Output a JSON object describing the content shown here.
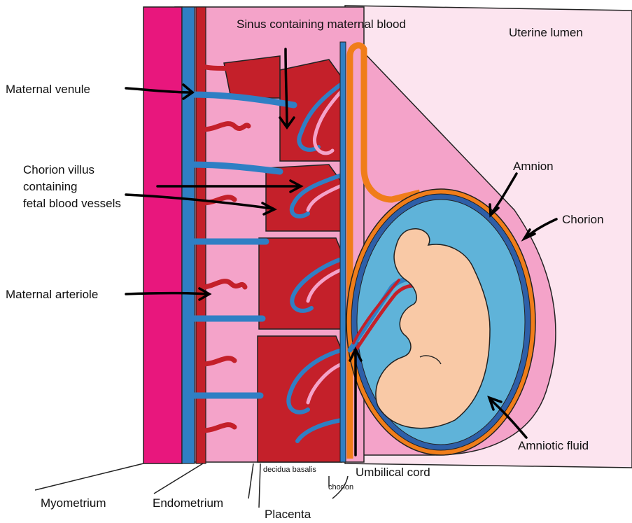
{
  "labels": {
    "sinus": "Sinus containing maternal blood",
    "uterine_lumen": "Uterine lumen",
    "maternal_venule": "Maternal venule",
    "chorion_villus_1": "Chorion villus",
    "chorion_villus_2": "containing",
    "chorion_villus_3": "fetal blood vessels",
    "amnion": "Amnion",
    "chorion": "Chorion",
    "maternal_arteriole": "Maternal arteriole",
    "amniotic_fluid": "Amniotic fluid",
    "umbilical_cord": "Umbilical cord",
    "decidua_basalis": "decidua basalis",
    "chorion_small": "chorion",
    "myometrium": "Myometrium",
    "endometrium": "Endometrium",
    "placenta": "Placenta"
  },
  "colors": {
    "myometrium": "#e8177d",
    "endometrium_pink": "#f4a3c9",
    "maternal_blood": "#c4202a",
    "fetal_vein": "#2f7fc4",
    "uterine_lumen": "#fce4ef",
    "amniotic_fluid": "#5fb3d9",
    "amnion_blue": "#2e5fa8",
    "chorion_orange": "#f07d1a",
    "embryo": "#f9c9a6"
  }
}
